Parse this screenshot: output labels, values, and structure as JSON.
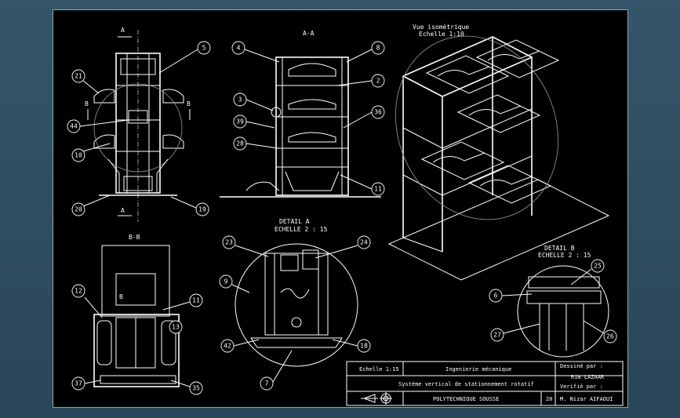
{
  "views": {
    "section_aa_mark": "A",
    "section_aa_mark_bottom": "A",
    "section_bb_mark_left": "B",
    "section_bb_mark_right": "B",
    "aa_title": "A-A",
    "bb_title": "B-B",
    "iso_title_1": "Vue isométrique",
    "iso_title_2": "Echelle 1:10",
    "detail_a_title_1": "DETAIL A",
    "detail_a_title_2": "ECHELLE 2 : 15",
    "detail_b_title_1": "DETAIL B",
    "detail_b_title_2": "ECHELLE 2 : 15",
    "bb_inner_b": "B"
  },
  "balloons": {
    "front": [
      "5",
      "21",
      "44",
      "10",
      "20",
      "19"
    ],
    "aa": [
      "4",
      "8",
      "2",
      "3",
      "36",
      "39",
      "28",
      "11"
    ],
    "bb": [
      "12",
      "11",
      "13",
      "37",
      "35"
    ],
    "detail_a": [
      "23",
      "24",
      "9",
      "42",
      "18",
      "7"
    ],
    "detail_b": [
      "25",
      "6",
      "27",
      "26"
    ]
  },
  "title_block": {
    "scale": "Echelle 1:15",
    "department": "Ingenierie mécanique",
    "drawn_by_label": "Dessiné par :",
    "drawn_by": "Rim LAZAAR",
    "title": "Système vertical de stationnement rotatif",
    "checked_by_label": "Verifié par :",
    "checked_by": "M. Nizar AIFAOUI",
    "school": "POLYTECHNIQUE SOUSSE",
    "sheet_no": "20"
  }
}
